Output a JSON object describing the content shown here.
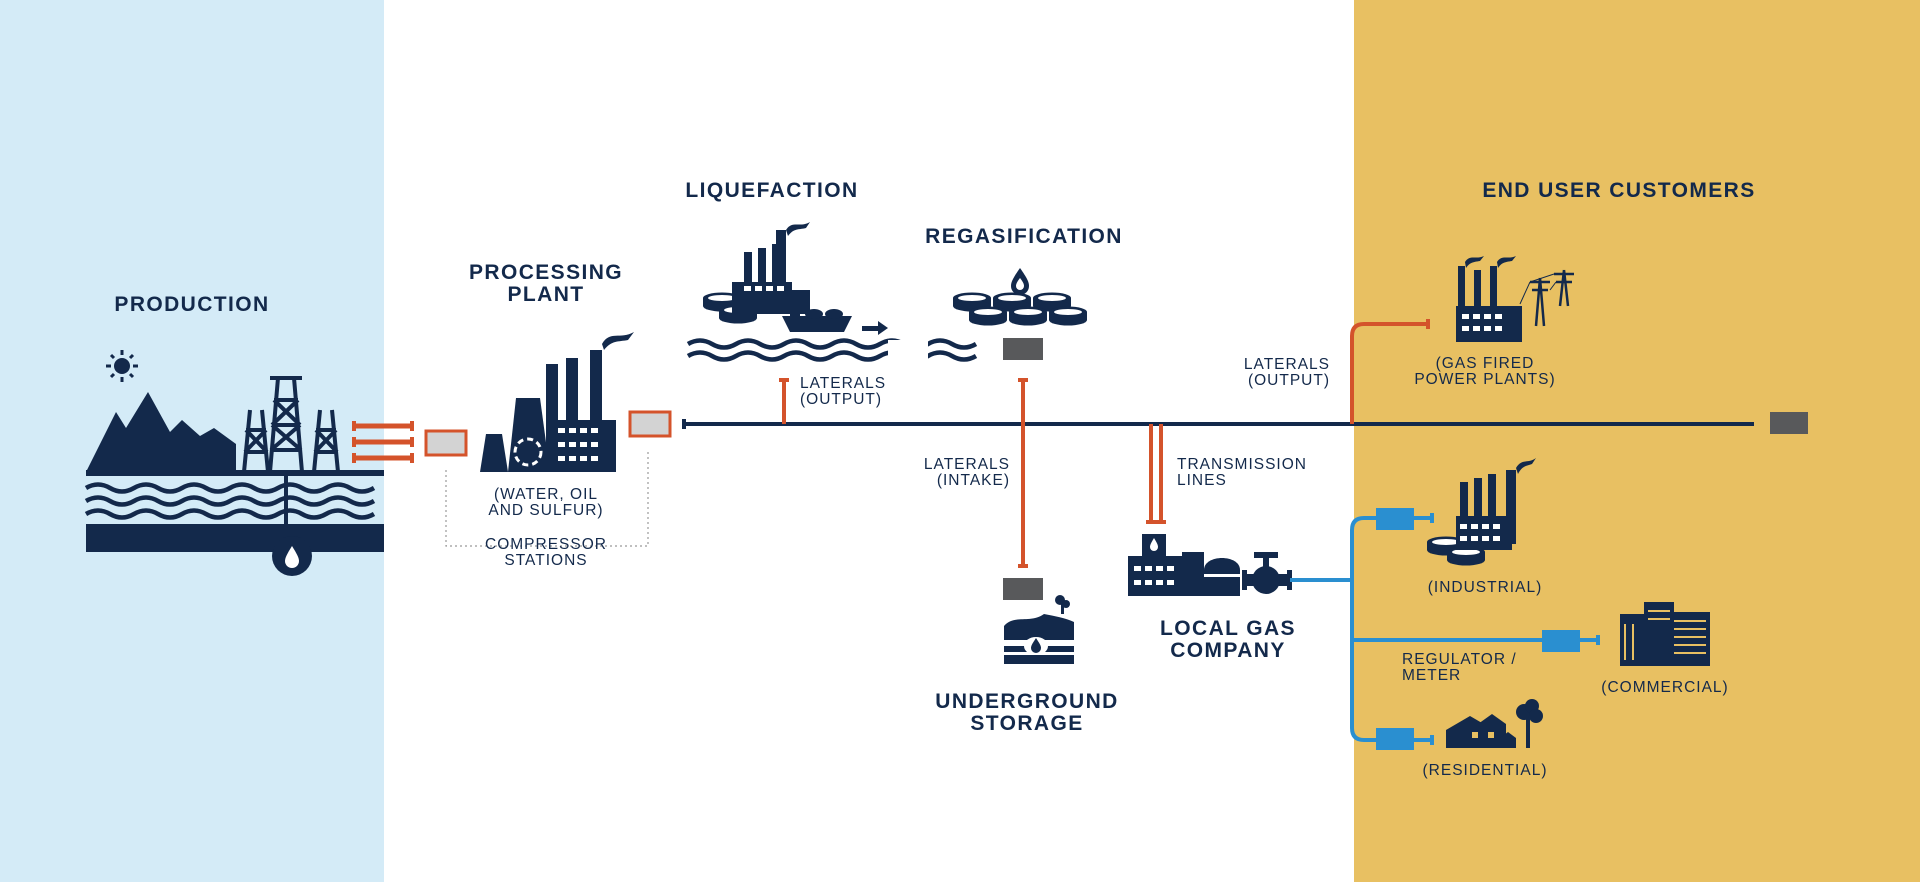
{
  "colors": {
    "production_bg": "#d4ebf7",
    "end_user_bg": "#e8c062",
    "navy": "#13294b",
    "orange": "#d4532b",
    "blue": "#2a8fd0",
    "gray": "#58595b",
    "light_gray": "#d3d3d3"
  },
  "labels": {
    "production": "PRODUCTION",
    "processing_plant": "PROCESSING\nPLANT",
    "processing_detail": "(WATER, OIL\nAND SULFUR)",
    "compressor_stations": "COMPRESSOR\nSTATIONS",
    "liquefaction": "LIQUEFACTION",
    "laterals_output_1": "LATERALS\n(OUTPUT)",
    "regasification": "REGASIFICATION",
    "laterals_intake": "LATERALS\n(INTAKE)",
    "underground_storage": "UNDERGROUND\nSTORAGE",
    "transmission_lines": "TRANSMISSION\nLINES",
    "local_gas_company": "LOCAL GAS\nCOMPANY",
    "end_user_customers": "END USER CUSTOMERS",
    "laterals_output_2": "LATERALS\n(OUTPUT)",
    "gas_fired_power_plants": "(GAS FIRED\nPOWER PLANTS)",
    "industrial": "(INDUSTRIAL)",
    "regulator_meter": "REGULATOR /\nMETER",
    "commercial": "(COMMERCIAL)",
    "residential": "(RESIDENTIAL)"
  },
  "icons": [
    "sun-icon",
    "mountains-icon",
    "oil-rig-icon",
    "water-waves-icon",
    "gas-drop-icon",
    "processing-plant-icon",
    "liquefaction-factory-icon",
    "lng-tanker-icon",
    "regasification-tanks-icon",
    "underground-storage-icon",
    "local-gas-company-icon",
    "valve-icon",
    "power-plant-icon",
    "power-pylon-icon",
    "industrial-factory-icon",
    "commercial-building-icon",
    "residential-houses-icon",
    "tree-icon"
  ]
}
